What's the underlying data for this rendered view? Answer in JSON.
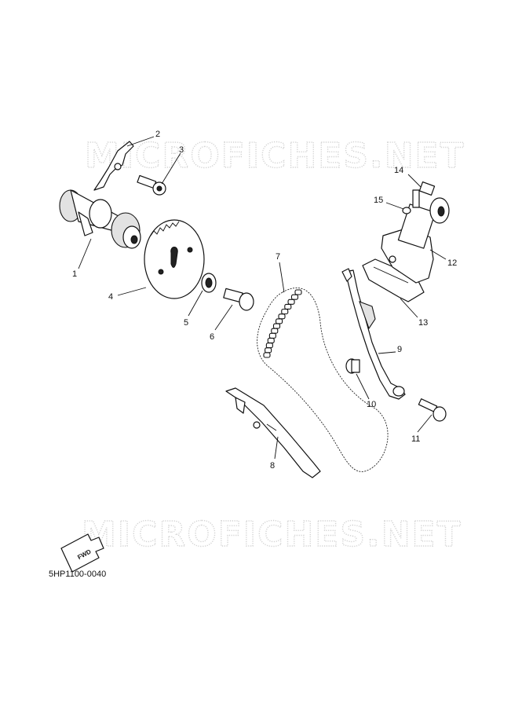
{
  "watermark": "MICROFICHES.NET",
  "diagram_code": "5HP1100-0040",
  "fwd_label": "FWD",
  "callouts": [
    "1",
    "2",
    "3",
    "4",
    "5",
    "6",
    "7",
    "8",
    "9",
    "10",
    "11",
    "12",
    "13",
    "14",
    "15"
  ],
  "parts": [
    {
      "ref": "1",
      "icon": "camshaft-icon"
    },
    {
      "ref": "2",
      "icon": "retainer-plate-icon"
    },
    {
      "ref": "3",
      "icon": "bolt-icon"
    },
    {
      "ref": "4",
      "icon": "cam-sprocket-icon"
    },
    {
      "ref": "5",
      "icon": "washer-icon"
    },
    {
      "ref": "6",
      "icon": "bolt-icon"
    },
    {
      "ref": "7",
      "icon": "timing-chain-icon"
    },
    {
      "ref": "8",
      "icon": "chain-guide-icon"
    },
    {
      "ref": "9",
      "icon": "tensioner-guide-icon"
    },
    {
      "ref": "10",
      "icon": "collar-icon"
    },
    {
      "ref": "11",
      "icon": "bolt-icon"
    },
    {
      "ref": "12",
      "icon": "tensioner-assembly-icon"
    },
    {
      "ref": "13",
      "icon": "gasket-icon"
    },
    {
      "ref": "14",
      "icon": "bolt-icon"
    },
    {
      "ref": "15",
      "icon": "o-ring-icon"
    }
  ]
}
